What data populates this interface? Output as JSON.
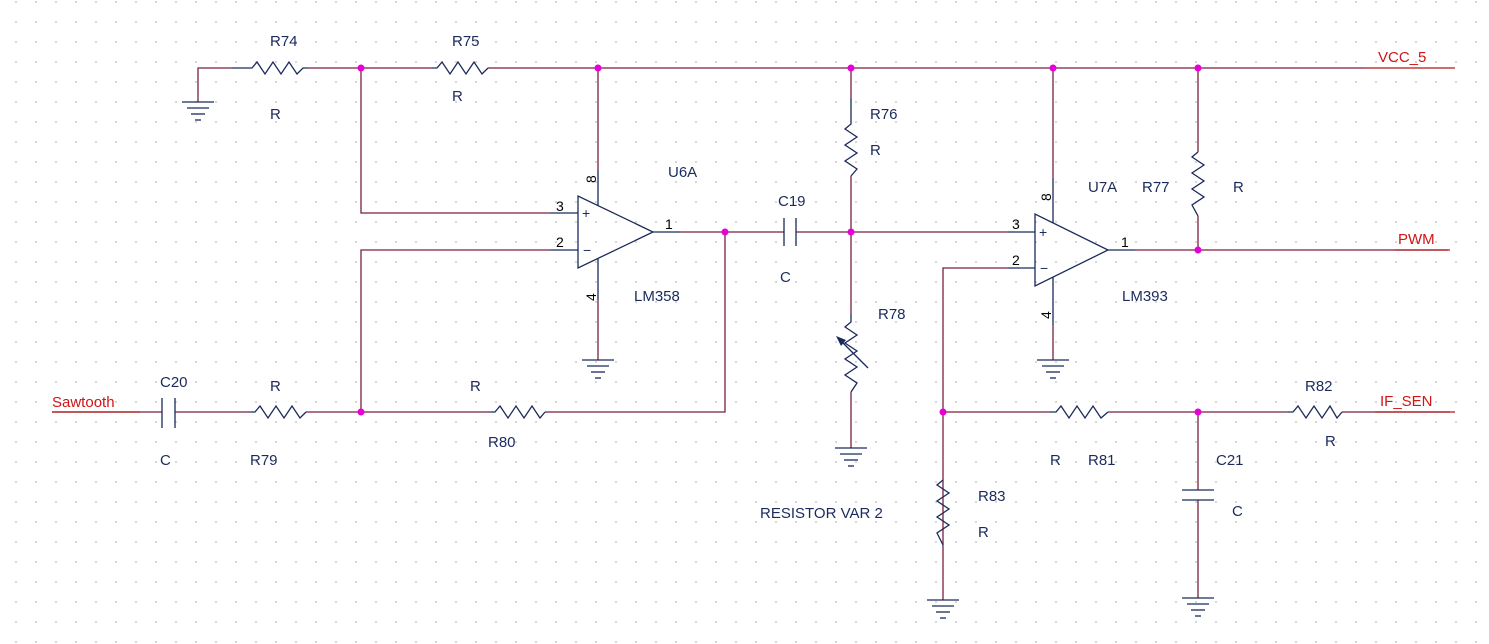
{
  "nets": {
    "vcc": "VCC_5",
    "pwm": "PWM",
    "if_sen": "IF_SEN",
    "sawtooth": "Sawtooth"
  },
  "components": {
    "r74": {
      "ref": "R74",
      "value": "R"
    },
    "r75": {
      "ref": "R75",
      "value": "R"
    },
    "r76": {
      "ref": "R76",
      "value": "R"
    },
    "r77": {
      "ref": "R77",
      "value": "R"
    },
    "r78": {
      "ref": "R78",
      "value": "RESISTOR VAR 2"
    },
    "r79": {
      "ref": "R79",
      "value": "R"
    },
    "r80": {
      "ref": "R80",
      "value": "R"
    },
    "r81": {
      "ref": "R81",
      "value": "R"
    },
    "r82": {
      "ref": "R82",
      "value": "R"
    },
    "r83": {
      "ref": "R83",
      "value": "R"
    },
    "c19": {
      "ref": "C19",
      "value": "C"
    },
    "c20": {
      "ref": "C20",
      "value": "C"
    },
    "c21": {
      "ref": "C21",
      "value": "C"
    },
    "u6a": {
      "ref": "U6A",
      "value": "LM358",
      "pins": {
        "in_plus": "3",
        "in_minus": "2",
        "out": "1",
        "vcc": "8",
        "gnd": "4"
      }
    },
    "u7a": {
      "ref": "U7A",
      "value": "LM393",
      "pins": {
        "in_plus": "3",
        "in_minus": "2",
        "out": "1",
        "vcc": "8",
        "gnd": "4"
      }
    }
  },
  "symbols": {
    "plus": "+",
    "minus": "−"
  },
  "colors": {
    "wire": "#7a1f3d",
    "lead": "#b01818",
    "part": "#1b2a5c",
    "junction": "#e600d6",
    "net_label": "#d01515"
  }
}
